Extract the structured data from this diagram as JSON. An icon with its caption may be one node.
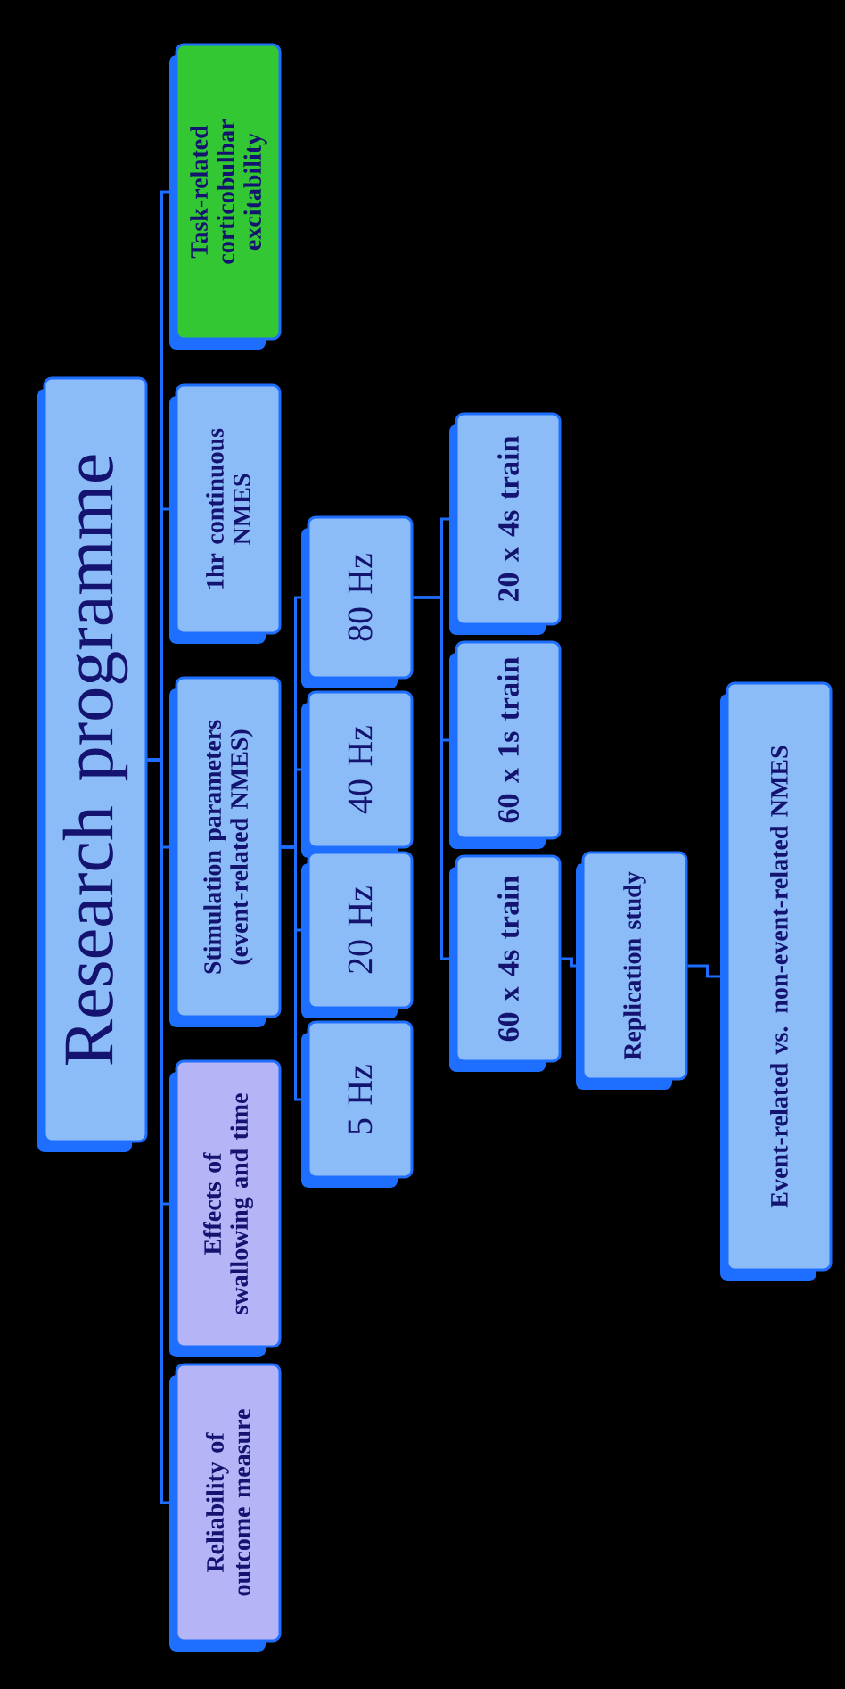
{
  "diagram": {
    "nodes": [
      {
        "text": [
          "Research programme"
        ]
      },
      {
        "text": [
          "Task-related corticobulbar excitability"
        ]
      },
      {
        "text": [
          "1hr continuous NMES"
        ]
      },
      {
        "text": [
          "Stimulation parameters (event-related NMES)"
        ]
      },
      {
        "text": [
          "Effects of swallowing and time"
        ]
      },
      {
        "text": [
          "Reliability of outcome measure"
        ]
      },
      {
        "text": [
          "80 Hz"
        ]
      },
      {
        "text": [
          "40 Hz"
        ]
      },
      {
        "text": [
          "20 Hz"
        ]
      },
      {
        "text": [
          "5 Hz"
        ]
      },
      {
        "text": [
          "20 x 4s train"
        ]
      },
      {
        "text": [
          "60 x 1s train"
        ]
      },
      {
        "text": [
          "60 x 4s train"
        ]
      },
      {
        "text": [
          "Replication study"
        ]
      },
      {
        "text": [
          "Event-related vs. non-event-related NMES"
        ]
      }
    ],
    "edges": [
      {
        "from": 0,
        "to": 1,
        "arrow": "none"
      },
      {
        "from": 0,
        "to": 2,
        "arrow": "none"
      },
      {
        "from": 0,
        "to": 3,
        "arrow": "none"
      },
      {
        "from": 0,
        "to": 4,
        "arrow": "none"
      },
      {
        "from": 0,
        "to": 5,
        "arrow": "none"
      },
      {
        "from": 3,
        "to": 6,
        "arrow": "none"
      },
      {
        "from": 3,
        "to": 7,
        "arrow": "none"
      },
      {
        "from": 3,
        "to": 8,
        "arrow": "none"
      },
      {
        "from": 3,
        "to": 9,
        "arrow": "none"
      },
      {
        "from": 6,
        "to": 10,
        "arrow": "none"
      },
      {
        "from": 6,
        "to": 11,
        "arrow": "none"
      },
      {
        "from": 6,
        "to": 12,
        "arrow": "none"
      },
      {
        "from": 12,
        "to": 13,
        "arrow": "none"
      },
      {
        "from": 13,
        "to": 14,
        "arrow": "none"
      }
    ]
  }
}
